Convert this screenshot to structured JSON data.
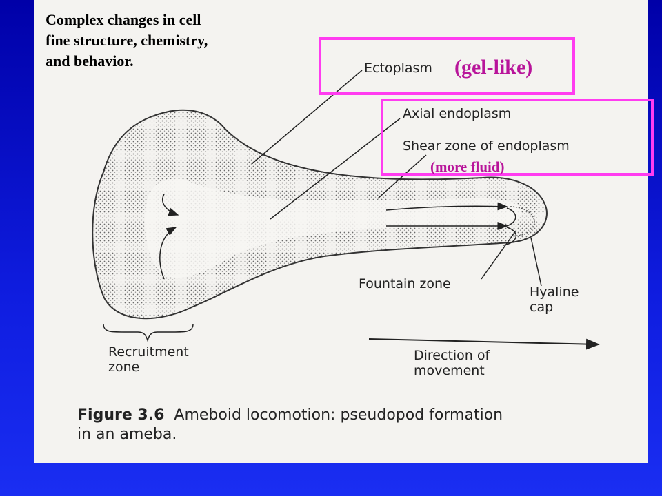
{
  "heading": {
    "line1": "Complex changes in cell",
    "line2": "fine structure, chemistry,",
    "line3": "and behavior."
  },
  "labels": {
    "ectoplasm": "Ectoplasm",
    "gel_note": "(gel-like)",
    "axial_endoplasm": "Axial endoplasm",
    "shear_zone": "Shear zone of endoplasm",
    "fluid_note": "(more fluid)",
    "fountain_zone": "Fountain zone",
    "hyaline_line1": "Hyaline",
    "hyaline_line2": "cap",
    "recruitment_line1": "Recruitment",
    "recruitment_line2": "zone",
    "direction_line1": "Direction of",
    "direction_line2": "movement"
  },
  "caption": {
    "figure_label": "Figure 3.6",
    "line1": "Ameboid locomotion: pseudopod formation",
    "line2": "in an ameba."
  },
  "colors": {
    "highlight_box": "#ff3cf0",
    "highlight_text": "#b8149a",
    "slide_background": "#1a2ef0",
    "panel": "#f4f3f0"
  }
}
